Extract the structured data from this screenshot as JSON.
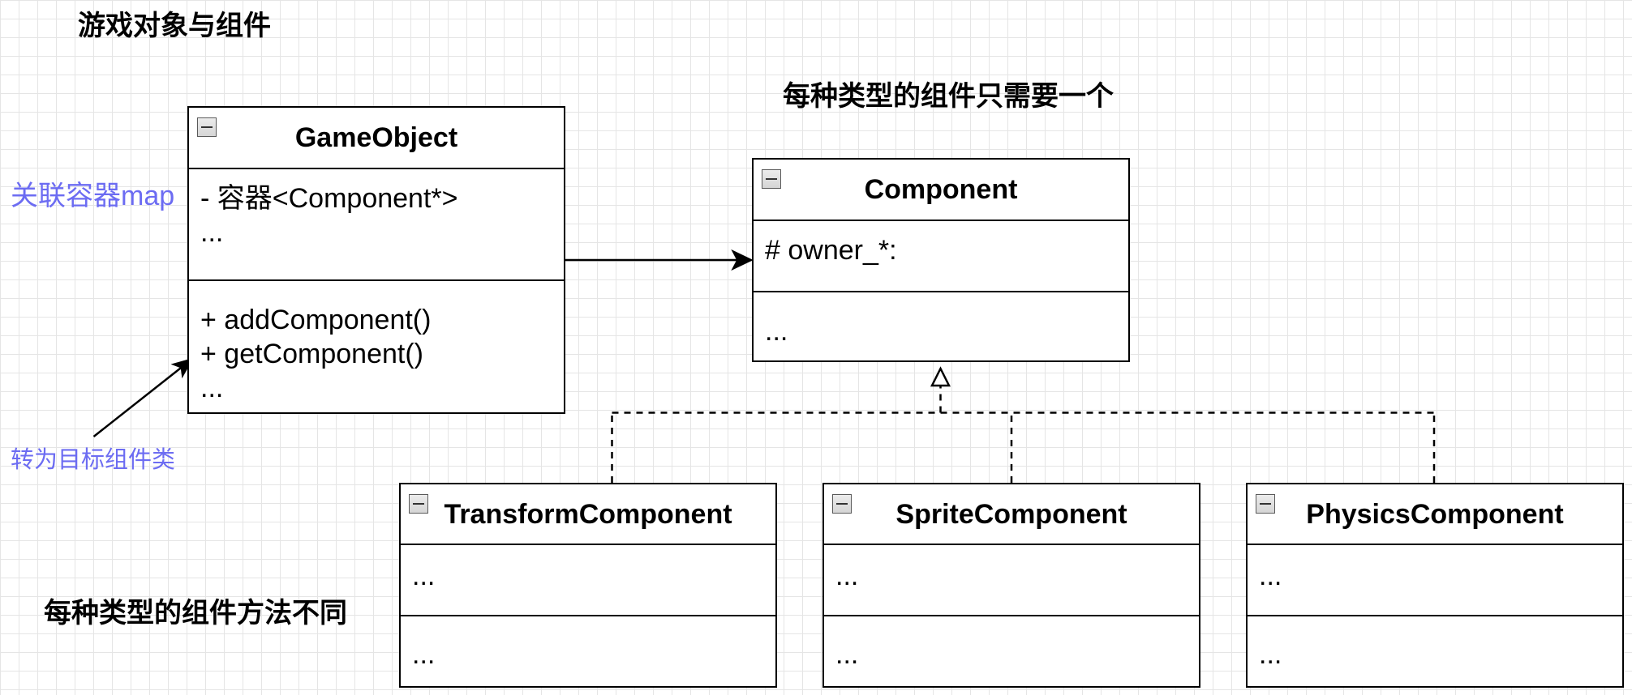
{
  "title": "游戏对象与组件",
  "annotations": {
    "one_component_per_type": "每种类型的组件只需要一个",
    "methods_differ_per_type": "每种类型的组件方法不同",
    "container_note": "关联容器map",
    "cast_note": "转为目标组件类"
  },
  "classes": {
    "game_object": {
      "name": "GameObject",
      "attributes": [
        "- 容器<Component*>",
        "..."
      ],
      "methods": [
        "+ addComponent()",
        "+ getComponent()",
        "..."
      ]
    },
    "component": {
      "name": "Component",
      "attributes": [
        "# owner_*:"
      ],
      "methods": [
        "..."
      ]
    },
    "transform_component": {
      "name": "TransformComponent",
      "attributes": [
        "..."
      ],
      "methods": [
        "..."
      ]
    },
    "sprite_component": {
      "name": "SpriteComponent",
      "attributes": [
        "..."
      ],
      "methods": [
        "..."
      ]
    },
    "physics_component": {
      "name": "PhysicsComponent",
      "attributes": [
        "..."
      ],
      "methods": [
        "..."
      ]
    }
  },
  "icons": {
    "class_collapse": "collapse-icon"
  },
  "colors": {
    "note_text": "#6c6cf2",
    "line": "#000000",
    "canvas_grid": "#e5e5e5",
    "collapse_icon_fill": "#d6d6d6"
  }
}
